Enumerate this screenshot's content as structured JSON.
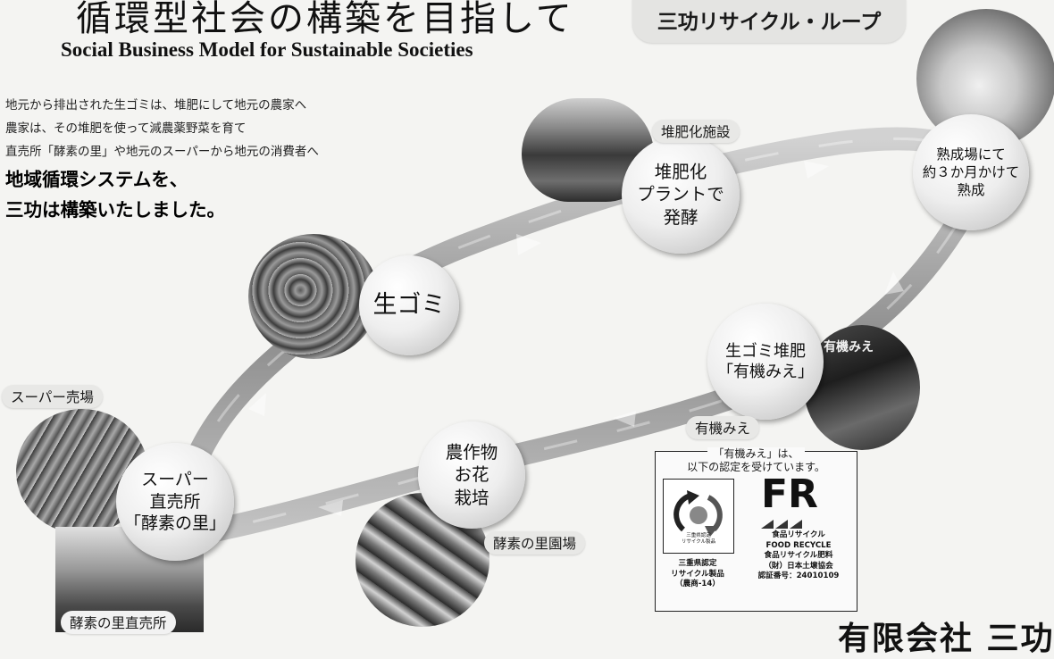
{
  "header": {
    "title_ja": "循環型社会の構築を目指して",
    "title_en": "Social Business Model for Sustainable Societies"
  },
  "intro": {
    "lines": [
      "地元から排出された生ゴミは、堆肥にして地元の農家へ",
      "農家は、その堆肥を使って減農薬野菜を育て",
      "直売所「酵素の里」や地元のスーパーから地元の消費者へ"
    ],
    "bold_lines": [
      "地域循環システムを、",
      "三功は構築いたしました。"
    ]
  },
  "loop_title": "三功リサイクル・ループ",
  "nodes": {
    "namagomi": "生ゴミ",
    "plant": "堆肥化\nプラントで\n発酵",
    "jukusei": "熟成場にて\n約３か月かけて\n熟成",
    "compost": "生ゴミ堆肥\n「有機みえ」",
    "crops": "農作物\nお花\n栽培",
    "super": "スーパー\n直売所\n「酵素の里」"
  },
  "labels": {
    "facility": "堆肥化施設",
    "yuki_mie": "有機みえ",
    "farm": "酵素の里園場",
    "super_floor": "スーパー売場",
    "direct_shop": "酵素の里直売所",
    "bag_print": "有機みえ"
  },
  "certification": {
    "heading_line1": "「有機みえ」は、",
    "heading_line2": "以下の認定を受けています。",
    "logo_inner_text": "三重県認定\nリサイクル製品",
    "left_caption": "三重県認定\nリサイクル製品\n（農商-14）",
    "fr_mark": "FR",
    "right_caption": "食品リサイクル\nFOOD RECYCLE\n食品リサイクル肥料\n（財）日本土壌協会\n認証番号：24010109"
  },
  "company": "有限会社 三功",
  "colors": {
    "background": "#f4f4f2",
    "node_fill": "#eeeeee",
    "loop_band": "#9a9a9a"
  }
}
